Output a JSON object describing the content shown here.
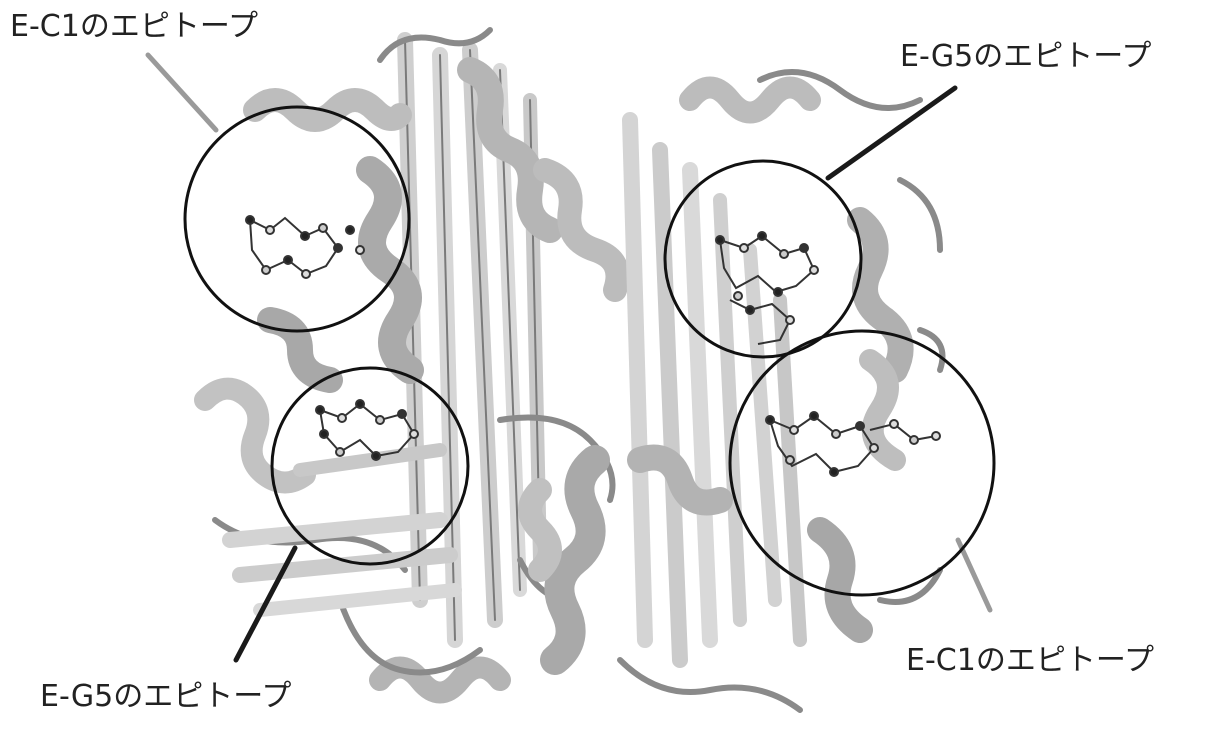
{
  "labels": {
    "top_left": "E-C1のエピトープ",
    "top_right": "E-G5のエピトープ",
    "bottom_right": "E-C1のエピトープ",
    "bottom_left": "E-G5のエピトープ"
  },
  "colors": {
    "ribbon_fill": "#c4c4c4",
    "ribbon_light": "#e2e2e2",
    "ribbon_edge": "#5a5a5a",
    "callout_line_dark": "#1a1a1a",
    "callout_line_light": "#9a9a9a"
  }
}
